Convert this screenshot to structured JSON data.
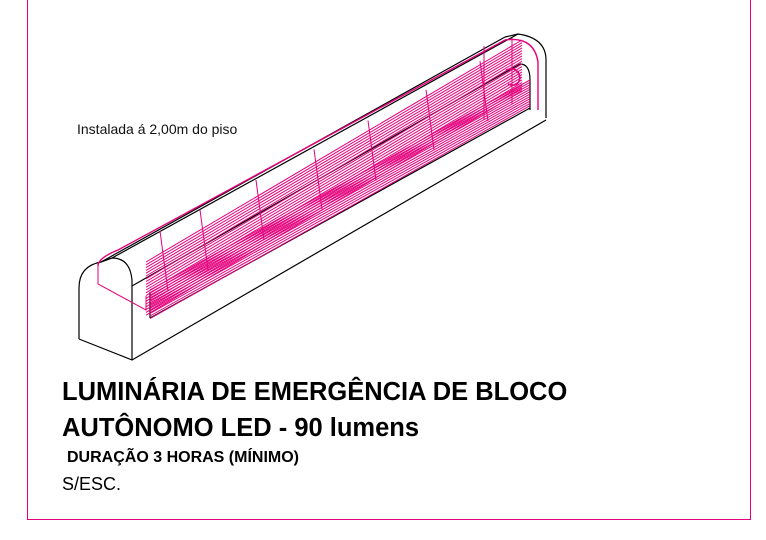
{
  "drawing": {
    "note": "Instalada á 2,00m do piso",
    "accent_color": "#e4007c",
    "line_color": "#000000",
    "object": "emergency-light-fixture-isometric"
  },
  "title": {
    "line1": "LUMINÁRIA DE EMERGÊNCIA DE BLOCO",
    "line2": "AUTÔNOMO LED - 90 lumens"
  },
  "subtitle": "DURAÇÃO 3 HORAS (MÍNIMO)",
  "scale": "S/ESC."
}
